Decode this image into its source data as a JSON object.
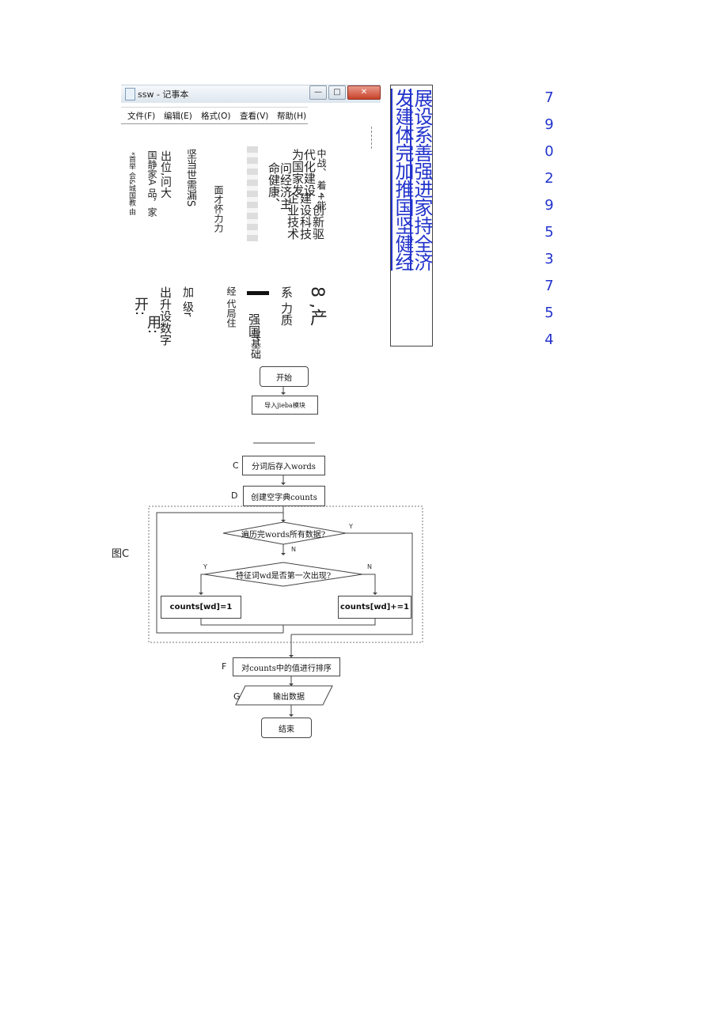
{
  "notepad": {
    "title": "ssw - 记事本",
    "buttons": [
      "—",
      "□",
      "✕"
    ],
    "menu": [
      "文件(F)",
      "编辑(E)",
      "格式(O)",
      "查看(V)",
      "帮助(H)"
    ],
    "columns_top": [
      "*首举 会&城国教 由",
      "国静家A 品，家",
      "出位,问大",
      "坚当世需漏S",
      "面才怀力力",
      "中战、 着 +能",
      "代化建设",
      "为国家发",
      "问经济主",
      "命健康、",
      "、创新驱",
      "建设科技",
      "企业技术"
    ],
    "columns_bottom": [
      "开:",
      "用:",
      "加 级r",
      "出升设数字",
      "经 代局住",
      "强国、",
      "业基础",
      "系 力质",
      "8 ,产"
    ]
  },
  "bluebox": {
    "col1": "展设系善强进家持全济",
    "col2": "发建体完加推国坚健经"
  },
  "digits": [
    "7",
    "9",
    "0",
    "2",
    "9",
    "5",
    "3",
    "7",
    "5",
    "4"
  ],
  "figure_label": "图C",
  "flowchart": {
    "start": "开始",
    "import_jieba": "导入jieba模块",
    "step_c_label": "C",
    "step_c": "分词后存入words",
    "step_d_label": "D",
    "step_d": "创建空字典counts",
    "loop_condition": "遍历完words所有数据?",
    "yes1": "Y",
    "no1": "N",
    "first_condition": "特征词wd是否第一次出现?",
    "yes2": "Y",
    "no2": "N",
    "assign_one": "counts[wd]=1",
    "increment": "counts[wd]+=1",
    "step_f_label": "F",
    "step_f": "对counts中的值进行排序",
    "step_g_label": "G",
    "step_g": "输出数据",
    "end": "结束"
  }
}
